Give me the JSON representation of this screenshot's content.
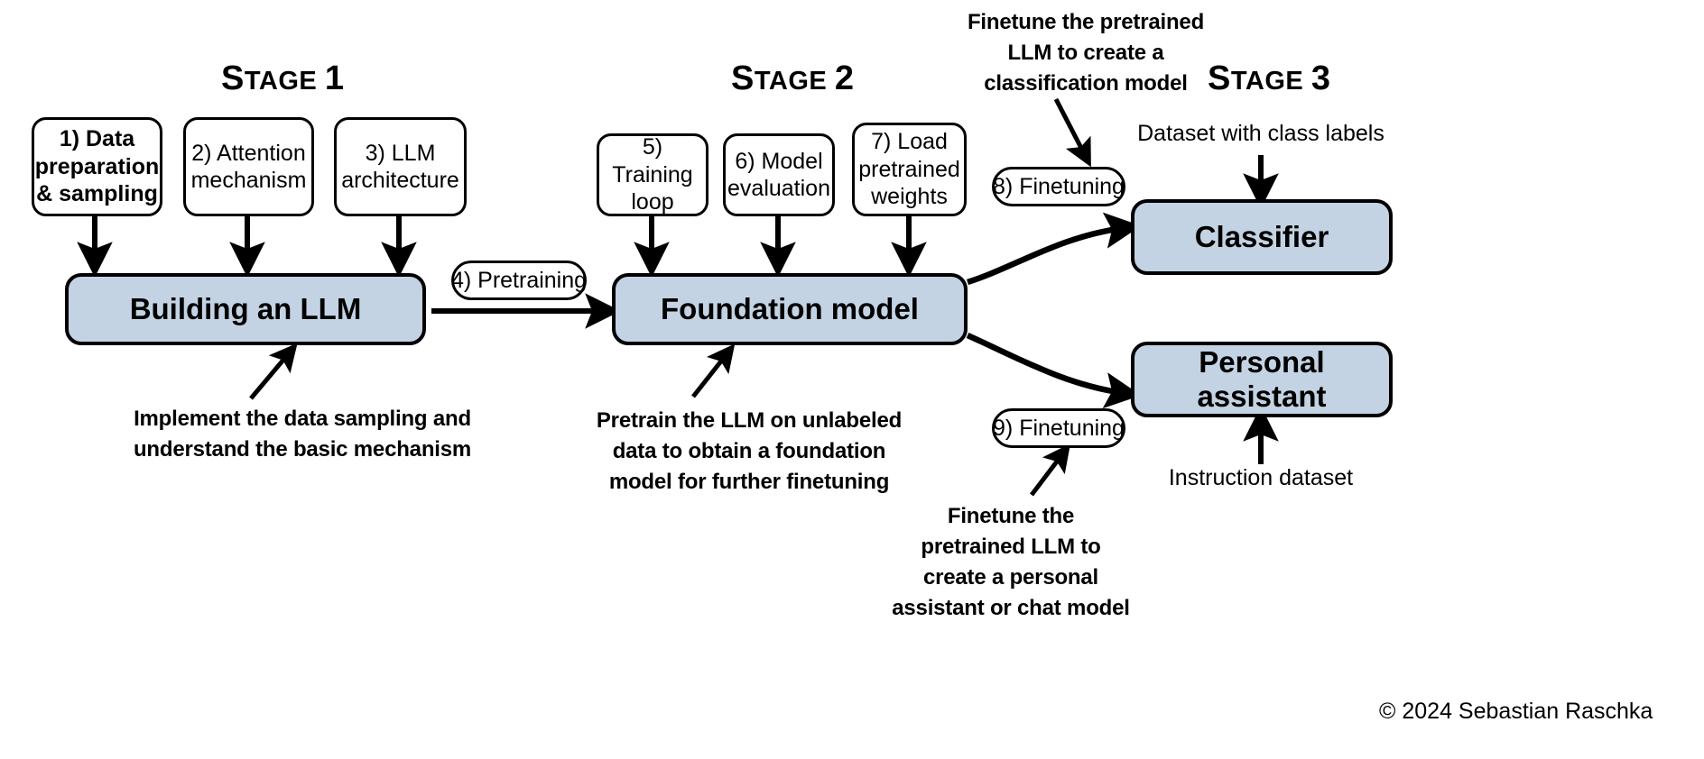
{
  "stages": [
    {
      "id": "stage-1",
      "prefix": "S",
      "rest": "TAGE ",
      "num": "1",
      "label": "STAGE 1"
    },
    {
      "id": "stage-2",
      "prefix": "S",
      "rest": "TAGE ",
      "num": "2",
      "label": "STAGE 2"
    },
    {
      "id": "stage-3",
      "prefix": "S",
      "rest": "TAGE ",
      "num": "3",
      "label": "STAGE 3"
    }
  ],
  "steps": [
    {
      "id": "step-1",
      "lines": [
        "1) Data",
        "preparation",
        "& sampling"
      ],
      "bold": true
    },
    {
      "id": "step-2",
      "lines": [
        "2) Attention",
        "mechanism"
      ],
      "bold": false
    },
    {
      "id": "step-3",
      "lines": [
        "3) LLM",
        "architecture"
      ],
      "bold": false
    },
    {
      "id": "step-5",
      "lines": [
        "5) Training",
        "loop"
      ],
      "bold": false
    },
    {
      "id": "step-6",
      "lines": [
        "6) Model",
        "evaluation"
      ],
      "bold": false
    },
    {
      "id": "step-7",
      "lines": [
        "7) Load",
        "pretrained",
        "weights"
      ],
      "bold": false
    }
  ],
  "pills": [
    {
      "id": "pill-4",
      "label": "4) Pretraining"
    },
    {
      "id": "pill-8",
      "label": "8) Finetuning"
    },
    {
      "id": "pill-9",
      "label": "9) Finetuning"
    }
  ],
  "models": [
    {
      "id": "building-llm",
      "label": "Building an LLM"
    },
    {
      "id": "foundation-model",
      "label": "Foundation model"
    },
    {
      "id": "classifier",
      "label": "Classifier"
    },
    {
      "id": "personal-assistant",
      "label": "Personal assistant"
    }
  ],
  "annotations": {
    "classification": [
      "Finetune the pretrained",
      "LLM to create a",
      "classification model"
    ],
    "stage1_note": [
      "Implement the data sampling and",
      "understand the basic mechanism"
    ],
    "stage2_note": [
      "Pretrain the LLM on unlabeled",
      "data to obtain a foundation",
      "model for further finetuning"
    ],
    "assistant_note": [
      "Finetune the",
      "pretrained LLM to",
      "create a personal",
      "assistant or chat model"
    ]
  },
  "labels": {
    "dataset_class": "Dataset with class labels",
    "instruction_dataset": "Instruction dataset",
    "copyright": "© 2024 Sebastian Raschka"
  },
  "colors": {
    "model_fill": "#c3d3e3",
    "stroke": "#000000",
    "background": "#ffffff"
  }
}
